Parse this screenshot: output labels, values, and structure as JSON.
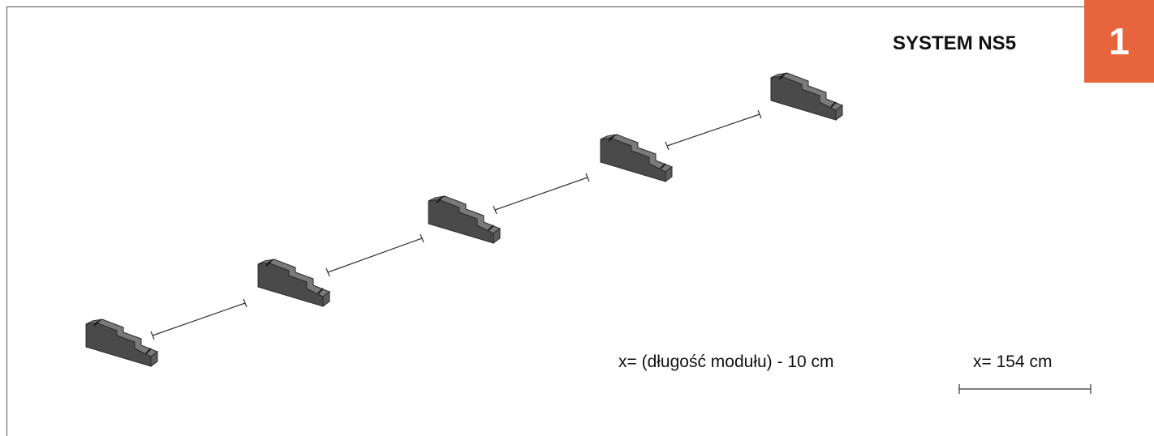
{
  "header": {
    "title": "SYSTEM NS5",
    "step_number": "1",
    "badge_color": "#e8643c"
  },
  "annotation": {
    "formula": "x= (długość modułu) - 10 cm",
    "value": "x= 154 cm"
  },
  "blocks": [
    {
      "name": "ballast-block-1",
      "icon": "concrete-ballast-block"
    },
    {
      "name": "ballast-block-2",
      "icon": "concrete-ballast-block"
    },
    {
      "name": "ballast-block-3",
      "icon": "concrete-ballast-block"
    },
    {
      "name": "ballast-block-4",
      "icon": "concrete-ballast-block"
    },
    {
      "name": "ballast-block-5",
      "icon": "concrete-ballast-block"
    }
  ],
  "colors": {
    "block_fill": "#6f6f6f",
    "block_dark": "#4a4a4a",
    "block_light": "#8a8a8a",
    "line": "#333333"
  }
}
